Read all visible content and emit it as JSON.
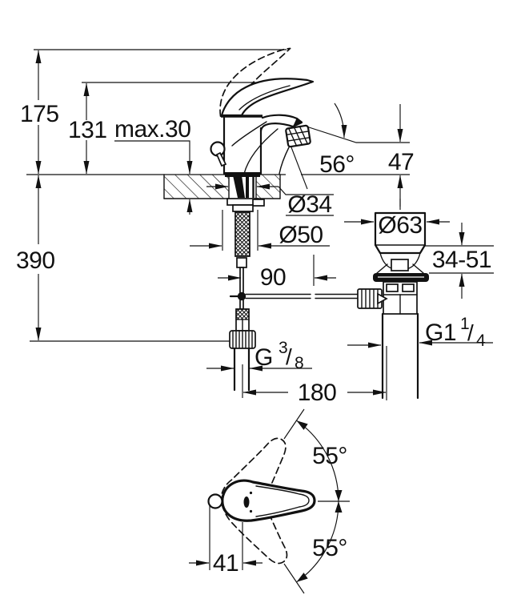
{
  "side_view": {
    "dims": {
      "total_height": "175",
      "spout_height": "131",
      "deck_thickness": "max.30",
      "spray_angle": "56°",
      "outlet_height": "47",
      "hole_diameter": "Ø34",
      "base_diameter": "Ø50",
      "plug_diameter": "Ø63",
      "plug_lift": "34-51",
      "rod_length": "90",
      "under_deck_height": "390",
      "drain_offset": "180",
      "supply_thread": {
        "prefix": "G",
        "numerator": "3",
        "slash": "/",
        "denominator": "8"
      },
      "waste_thread": {
        "prefix": "G1",
        "numerator": "1",
        "slash": "/",
        "denominator": "4"
      }
    }
  },
  "top_view": {
    "dims": {
      "swing_upper": "55°",
      "swing_lower": "55°",
      "handle_offset": "41"
    }
  }
}
